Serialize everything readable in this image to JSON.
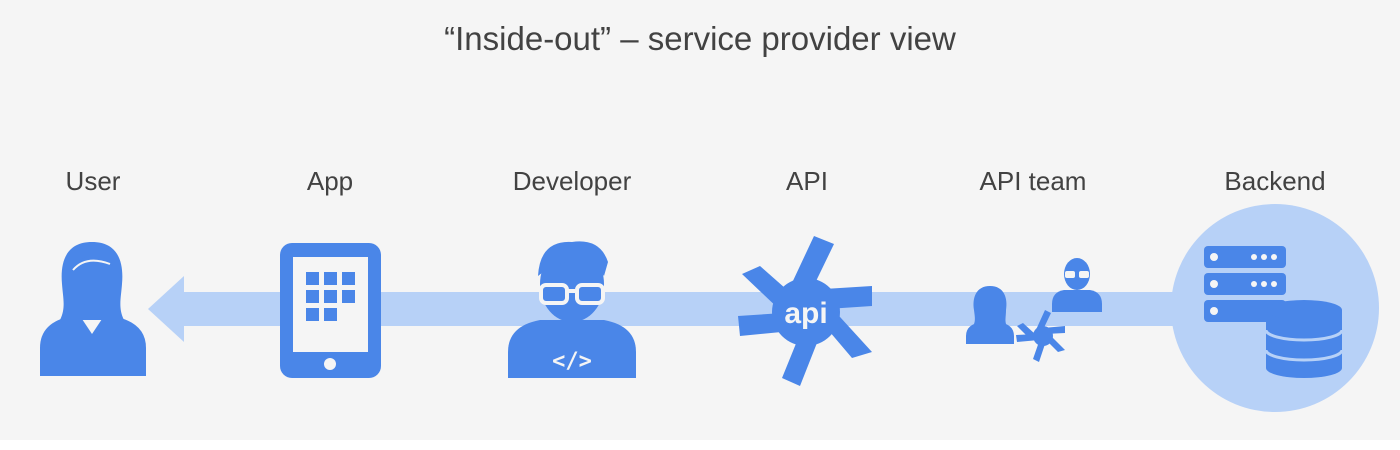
{
  "title": "“Inside-out” – service provider view",
  "nodes": [
    {
      "label": "User",
      "icon": "user-icon"
    },
    {
      "label": "App",
      "icon": "tablet-app-icon"
    },
    {
      "label": "Developer",
      "icon": "developer-icon"
    },
    {
      "label": "API",
      "icon": "api-icon",
      "icon_text": "api"
    },
    {
      "label": "API team",
      "icon": "api-team-icon"
    },
    {
      "label": "Backend",
      "icon": "backend-servers-icon"
    }
  ],
  "flow_direction": "right-to-left",
  "colors": {
    "background": "#f5f5f5",
    "text": "#424242",
    "icon": "#4a86e8",
    "arrow": "#b7d1f7",
    "backend_circle": "#b7d1f7"
  }
}
